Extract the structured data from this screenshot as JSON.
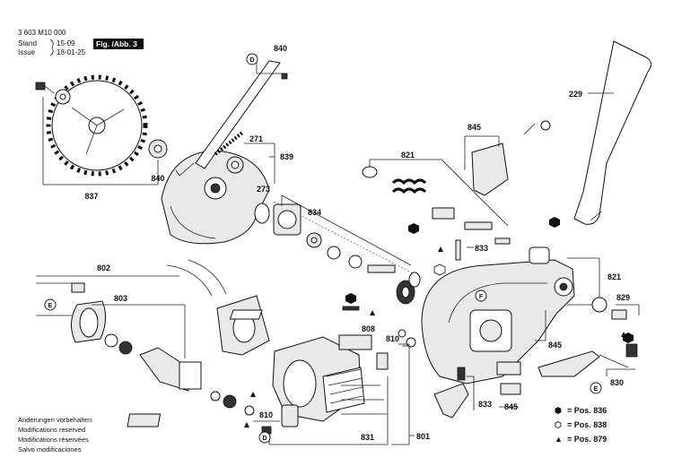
{
  "header": {
    "doc_number": "3 603 M10 000",
    "stand_label": "Stand",
    "stand_value": "15-09",
    "issue_label": "Issue",
    "issue_value": "18-01-25",
    "figure_label": "Fig. /Abb. 3"
  },
  "part_numbers": {
    "p840_top": "840",
    "p271": "271",
    "p839": "839",
    "p273": "273",
    "p837": "837",
    "p840_left": "840",
    "p834": "834",
    "p821_top": "821",
    "p845_top": "845",
    "p229": "229",
    "p833_mid": "833",
    "p821_right": "821",
    "p829": "829",
    "p845_mid": "845",
    "p802": "802",
    "p803": "803",
    "p808": "808",
    "p810_mid": "810",
    "p833_low": "833",
    "p845_low": "845",
    "p830": "830",
    "p810_low": "810",
    "p831": "831",
    "p801": "801"
  },
  "callouts": {
    "d_top": "D",
    "d_lower": "D",
    "e_left": "E",
    "e_right": "E",
    "f_center": "F"
  },
  "footer": {
    "line1": "Änderungen vorbehalten",
    "line2": "Modifications reserved",
    "line3": "Modifications réservées",
    "line4": "Salvo modificaciones"
  },
  "legend": [
    {
      "symbol": "⬢",
      "text": "= Pos. 836"
    },
    {
      "symbol": "⬡",
      "text": "= Pos. 838"
    },
    {
      "symbol": "▲",
      "text": "= Pos. 879"
    }
  ]
}
